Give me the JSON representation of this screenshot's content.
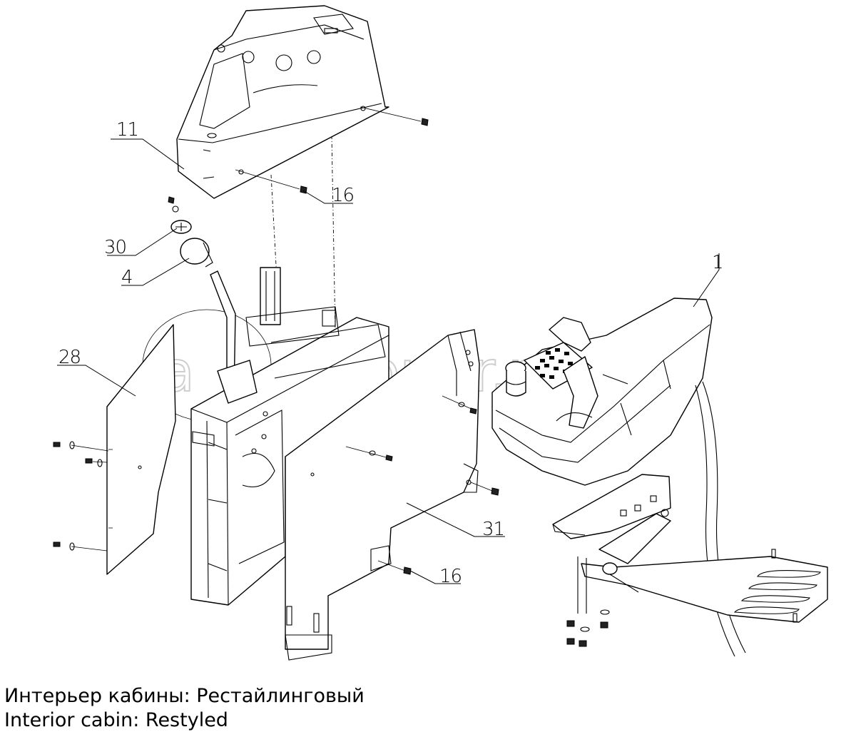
{
  "callouts": {
    "c11": "11",
    "c16a": "16",
    "c30": "30",
    "c4": "4",
    "c1": "1",
    "c28": "28",
    "c31": "31",
    "c16b": "16"
  },
  "watermark": {
    "text": "autopitr.ru",
    "logo": "a"
  },
  "caption": {
    "ru": "Интерьер кабины: Рестайлинговый",
    "en": "Interior cabin: Restyled"
  }
}
